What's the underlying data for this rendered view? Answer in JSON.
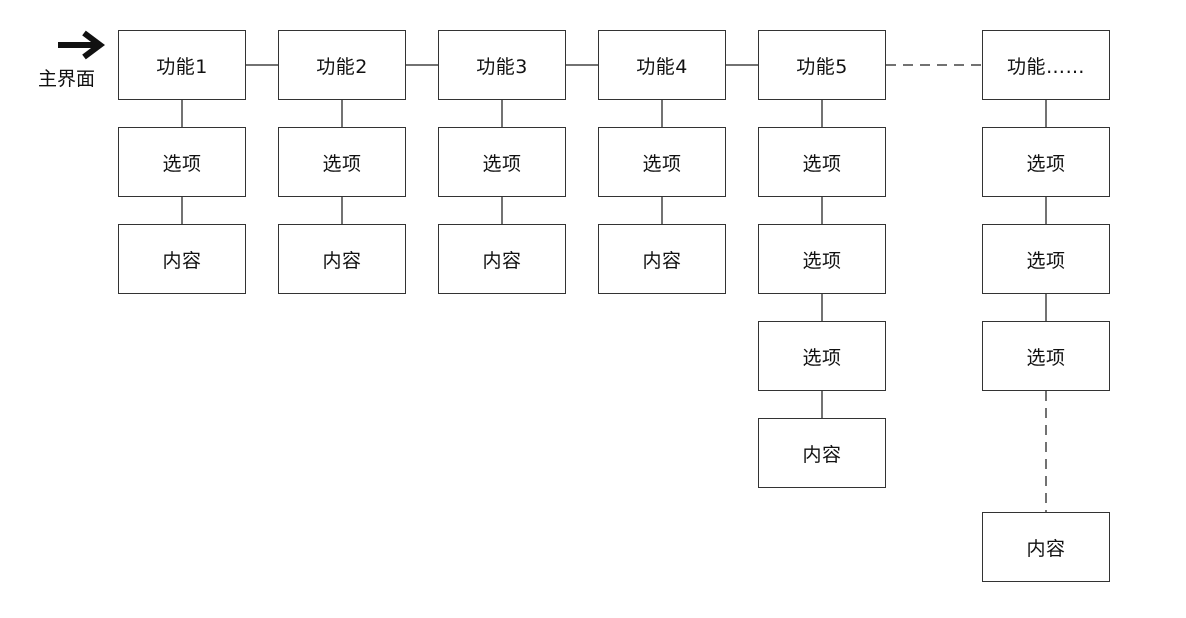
{
  "entry": {
    "label": "主界面",
    "arrow_icon": "right-arrow-icon"
  },
  "functions": [
    {
      "title": "功能1",
      "options": [
        "选项"
      ],
      "content": "内容"
    },
    {
      "title": "功能2",
      "options": [
        "选项"
      ],
      "content": "内容"
    },
    {
      "title": "功能3",
      "options": [
        "选项"
      ],
      "content": "内容"
    },
    {
      "title": "功能4",
      "options": [
        "选项"
      ],
      "content": "内容"
    },
    {
      "title": "功能5",
      "options": [
        "选项",
        "选项",
        "选项"
      ],
      "content": "内容"
    },
    {
      "title": "功能……",
      "options": [
        "选项",
        "选项",
        "选项"
      ],
      "content": "内容"
    }
  ],
  "colors": {
    "border": "#333333",
    "connector": "#444444",
    "text": "#111111"
  }
}
